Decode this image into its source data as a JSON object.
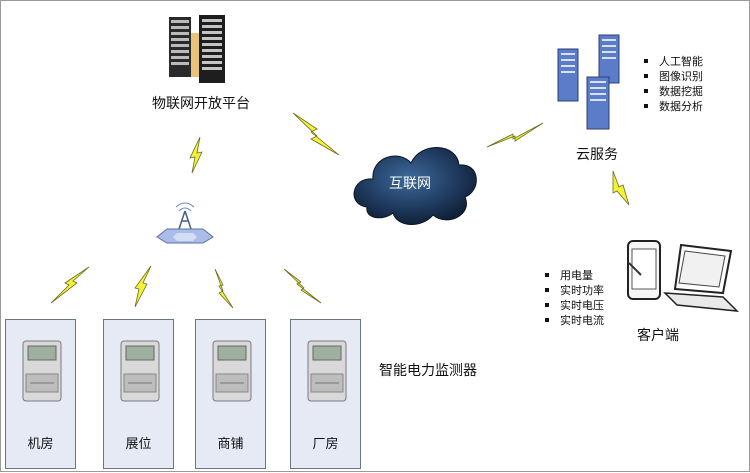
{
  "platform": {
    "label": "物联网开放平台"
  },
  "internet": {
    "label": "互联网"
  },
  "cloud": {
    "label": "云服务",
    "features": [
      "人工智能",
      "图像识别",
      "数据挖掘",
      "数据分析"
    ]
  },
  "client": {
    "label": "客户端",
    "features": [
      "用电量",
      "实时功率",
      "实时电压",
      "实时电流"
    ]
  },
  "monitor": {
    "label": "智能电力监测器"
  },
  "devices": [
    {
      "label": "机房"
    },
    {
      "label": "展位"
    },
    {
      "label": "商铺"
    },
    {
      "label": "厂房"
    }
  ],
  "colors": {
    "bolt": "#f2f23a",
    "cloud": "#1f3a5e",
    "device_box": "#e5eaf5"
  }
}
